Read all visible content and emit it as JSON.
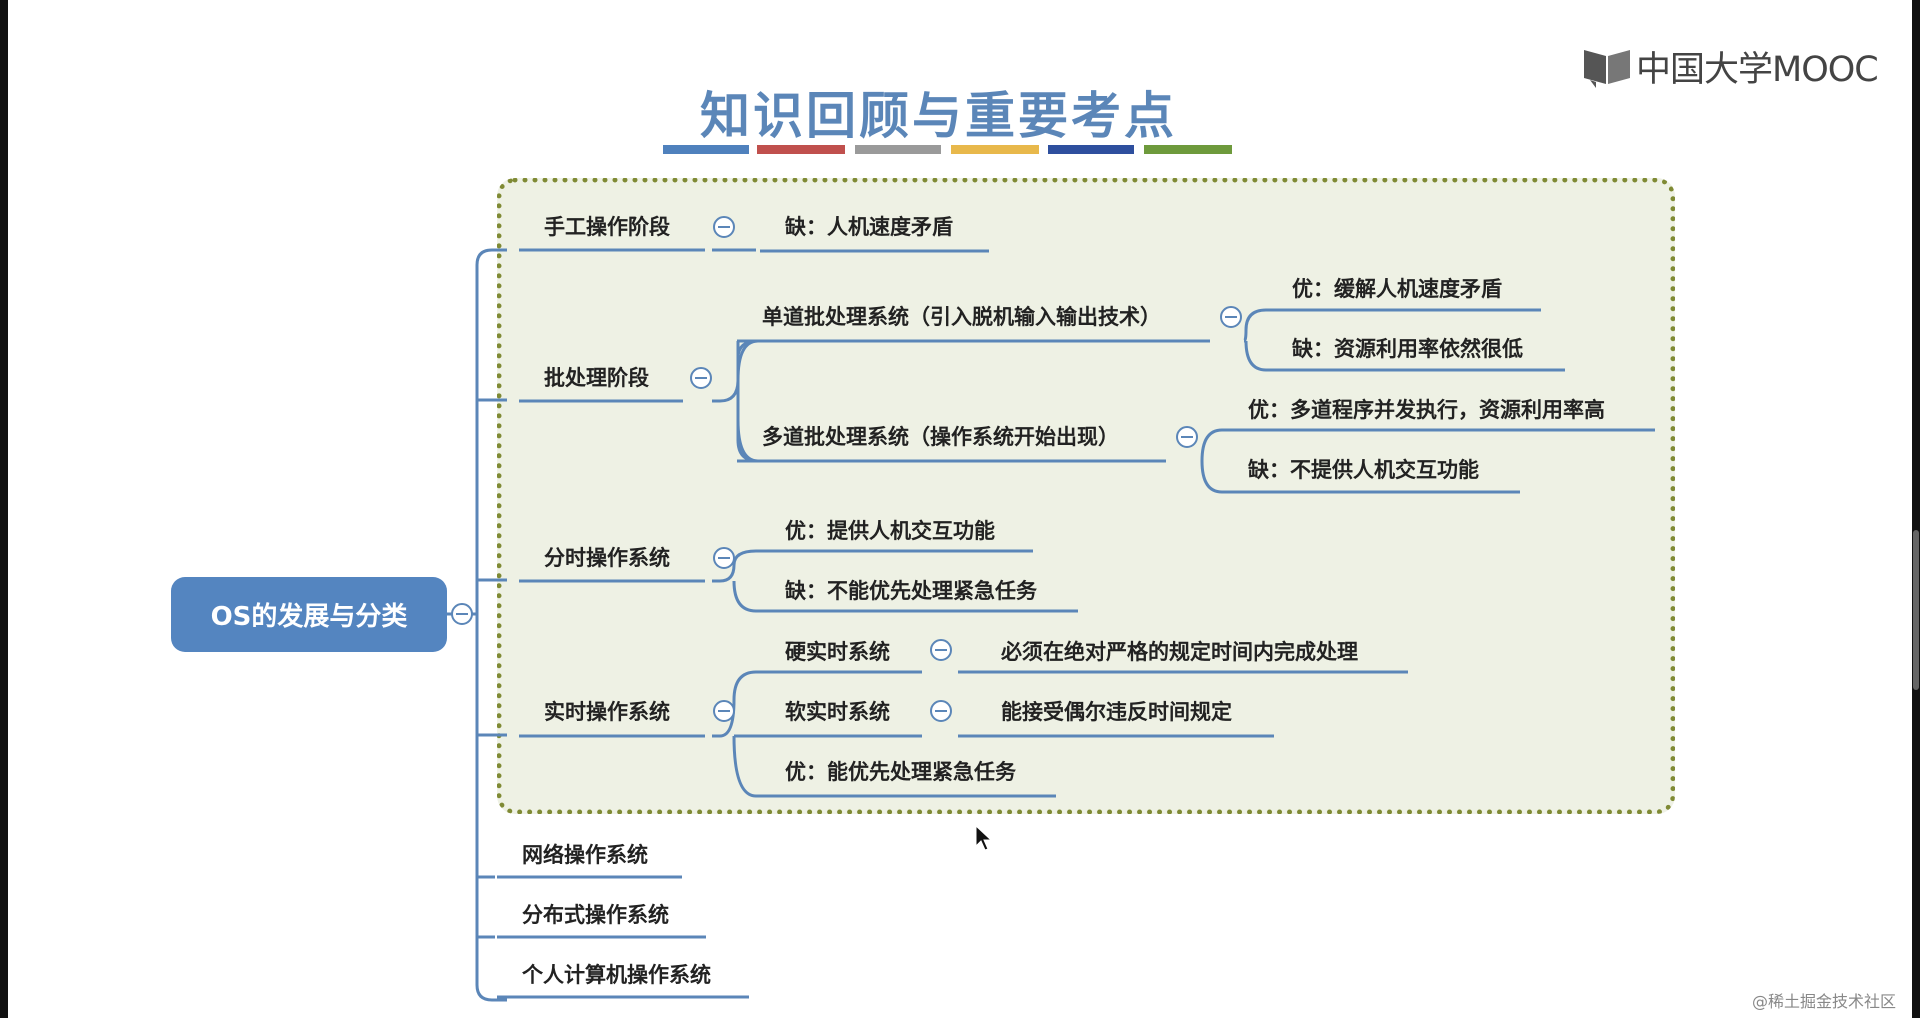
{
  "title": "知识回顾与重要考点",
  "logo": {
    "text": "中国大学MOOC"
  },
  "color_bars": [
    "#4f81bd",
    "#c0504d",
    "#9a9a9a",
    "#e8b84b",
    "#2e4f9e",
    "#6e9a3c"
  ],
  "mindmap": {
    "root": "OS的发展与分类",
    "branches": {
      "manual": {
        "label": "手工操作阶段",
        "con": "缺：人机速度矛盾"
      },
      "batch": {
        "label": "批处理阶段",
        "single": {
          "label": "单道批处理系统（引入脱机输入输出技术）",
          "pro": "优：缓解人机速度矛盾",
          "con": "缺：资源利用率依然很低"
        },
        "multi": {
          "label": "多道批处理系统（操作系统开始出现）",
          "pro": "优：多道程序并发执行，资源利用率高",
          "con": "缺：不提供人机交互功能"
        }
      },
      "timeshare": {
        "label": "分时操作系统",
        "pro": "优：提供人机交互功能",
        "con": "缺：不能优先处理紧急任务"
      },
      "realtime": {
        "label": "实时操作系统",
        "hard": {
          "label": "硬实时系统",
          "desc": "必须在绝对严格的规定时间内完成处理"
        },
        "soft": {
          "label": "软实时系统",
          "desc": "能接受偶尔违反时间规定"
        },
        "pro": "优：能优先处理紧急任务"
      },
      "network": {
        "label": "网络操作系统"
      },
      "distributed": {
        "label": "分布式操作系统"
      },
      "personal": {
        "label": "个人计算机操作系统"
      }
    }
  },
  "watermark": "@稀土掘金技术社区"
}
